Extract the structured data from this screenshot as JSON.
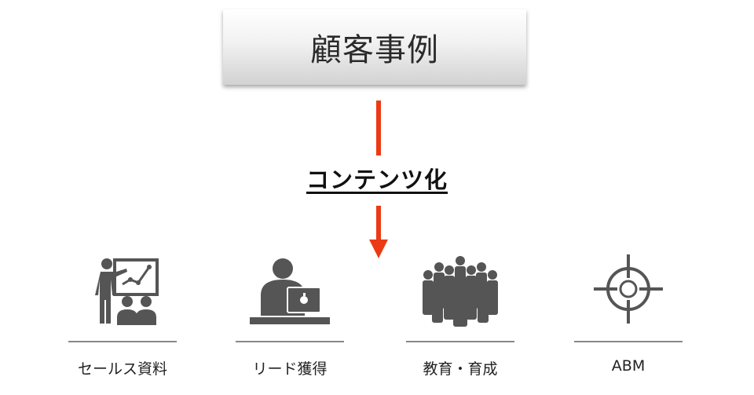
{
  "top_box": {
    "title": "顧客事例"
  },
  "middle": {
    "label": "コンテンツ化"
  },
  "items": [
    {
      "label": "セールス資料",
      "icon": "presentation-icon"
    },
    {
      "label": "リード獲得",
      "icon": "laptop-user-icon"
    },
    {
      "label": "教育・育成",
      "icon": "business-people-group-icon"
    },
    {
      "label": "ABM",
      "icon": "crosshair-target-icon"
    }
  ],
  "colors": {
    "arrow": "#ec3a14",
    "icon": "#555555",
    "divider": "#888888"
  }
}
